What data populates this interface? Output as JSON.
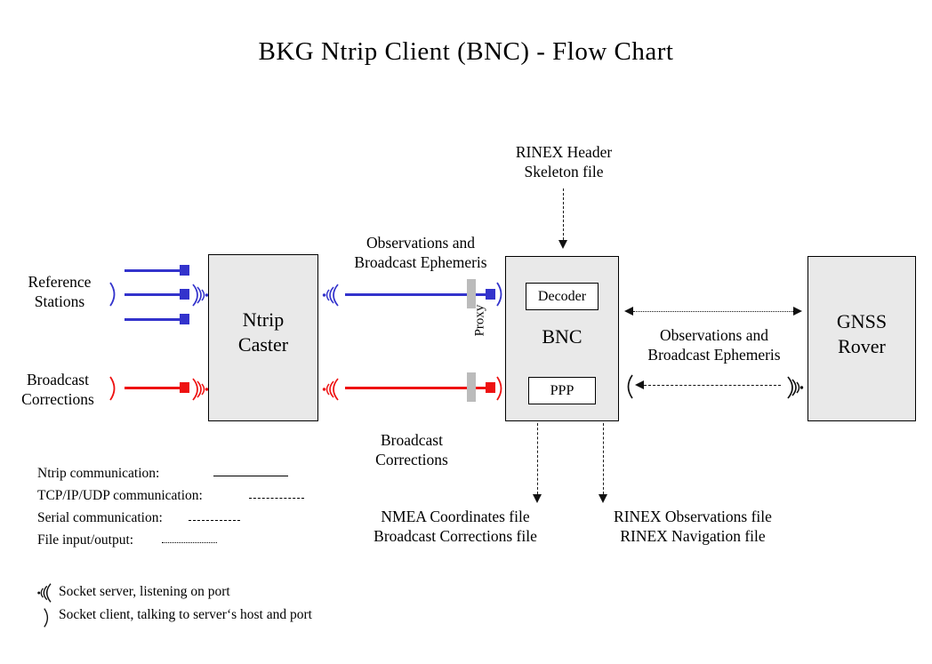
{
  "title": "BKG Ntrip Client (BNC)  -  Flow Chart",
  "nodes": {
    "caster": "Ntrip\nCaster",
    "caster_line1": "Ntrip",
    "caster_line2": "Caster",
    "bnc": "BNC",
    "decoder": "Decoder",
    "ppp": "PPP",
    "rover_line1": "GNSS",
    "rover_line2": "Rover",
    "proxy": "Proxy"
  },
  "labels": {
    "reference_stations_l1": "Reference",
    "reference_stations_l2": "Stations",
    "broadcast_corrections_left_l1": "Broadcast",
    "broadcast_corrections_left_l2": "Corrections",
    "obs_eph_top_l1": "Observations and",
    "obs_eph_top_l2": "Broadcast Ephemeris",
    "broadcast_corrections_mid_l1": "Broadcast",
    "broadcast_corrections_mid_l2": "Corrections",
    "rinex_skeleton_l1": "RINEX Header",
    "rinex_skeleton_l2": "Skeleton file",
    "obs_eph_right_l1": "Observations and",
    "obs_eph_right_l2": "Broadcast Ephemeris",
    "out_left_l1": "NMEA Coordinates file",
    "out_left_l2": "Broadcast Corrections file",
    "out_right_l1": "RINEX Observations file",
    "out_right_l2": "RINEX Navigation file"
  },
  "legend": {
    "items": [
      {
        "label": "Ntrip communication:",
        "style": "solid"
      },
      {
        "label": "TCP/IP/UDP communication:",
        "style": "dashed"
      },
      {
        "label": "Serial communication:",
        "style": "dash-dot"
      },
      {
        "label": "File input/output:",
        "style": "dotted"
      }
    ],
    "sockets": [
      {
        "icon": "socket-server-icon",
        "label": "Socket server, listening on port"
      },
      {
        "icon": "socket-client-icon",
        "label": "Socket client, talking to server‘s host and port"
      }
    ]
  },
  "colors": {
    "ntrip_blue": "#3333cc",
    "correction_red": "#ee1111",
    "box_fill": "#e9e9e9",
    "proxy_bar": "#bbbbbb",
    "line_black": "#111111"
  }
}
